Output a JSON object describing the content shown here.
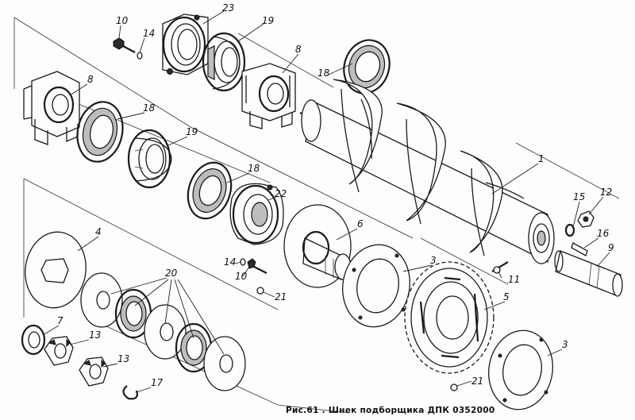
{
  "figure": {
    "caption": "Рис.61 . Шнек подборщика ДПК 0352000"
  },
  "labels": {
    "p1": "1",
    "p3a": "3",
    "p3b": "3",
    "p4": "4",
    "p5": "5",
    "p6": "6",
    "p7": "7",
    "p8a": "8",
    "p8b": "8",
    "p9": "9",
    "p10a": "10",
    "p10b": "10",
    "p11": "11",
    "p12": "12",
    "p13a": "13",
    "p13b": "13",
    "p14a": "14",
    "p14b": "14",
    "p15": "15",
    "p16": "16",
    "p17": "17",
    "p18a": "18",
    "p18b": "18",
    "p18c": "18",
    "p19a": "19",
    "p19b": "19",
    "p20": "20",
    "p21a": "21",
    "p21b": "21",
    "p22": "22",
    "p23": "23"
  }
}
